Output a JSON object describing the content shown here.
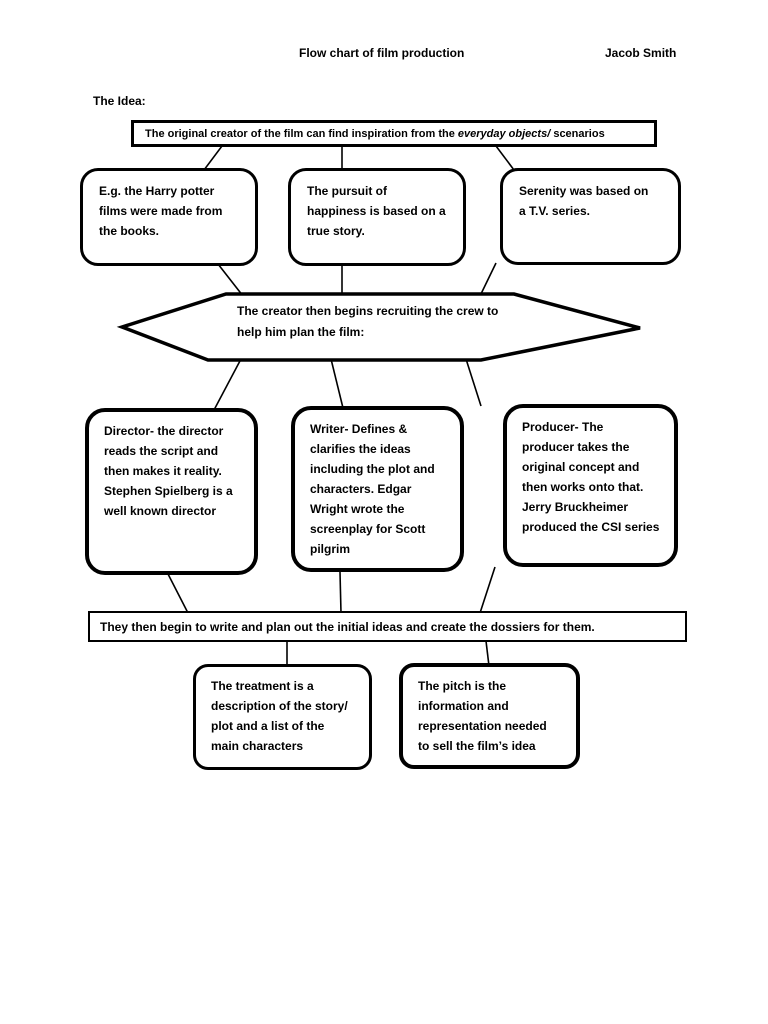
{
  "header": {
    "title": "Flow chart of film production",
    "author": "Jacob Smith",
    "section_label": "The Idea:"
  },
  "colors": {
    "ink": "#000000",
    "paper": "#ffffff"
  },
  "flowchart": {
    "inspiration": {
      "prefix": "The original creator of the film can find inspiration from the ",
      "italic": "everyday objects/",
      "suffix": " scenarios"
    },
    "examples": [
      {
        "text": "E.g. the Harry potter\nfilms were made from\nthe books."
      },
      {
        "text": "The pursuit of\nhappiness is based on a\ntrue story."
      },
      {
        "text": "Serenity was based on\na T.V. series."
      }
    ],
    "recruiting": "The creator then begins recruiting the crew to\nhelp him plan the film:",
    "roles": [
      {
        "text": "Director- the director\nreads the script and\nthen makes it reality.\nStephen Spielberg is a\nwell known director"
      },
      {
        "text": "Writer- Defines &\nclarifies the ideas\nincluding the plot and\ncharacters. Edgar\nWright wrote the\nscreenplay for Scott\npilgrim"
      },
      {
        "text": "Producer- The\nproducer takes the\noriginal concept and\nthen works onto that.\nJerry Bruckheimer\nproduced the CSI series"
      }
    ],
    "planning": "They then begin to write and plan out the initial ideas and create the dossiers for them.",
    "dossiers": [
      {
        "text": "The treatment is a\ndescription of the story/\nplot and a list of the\nmain characters"
      },
      {
        "text": "The pitch is the\ninformation and\nrepresentation needed\nto sell the film’s idea"
      }
    ]
  }
}
